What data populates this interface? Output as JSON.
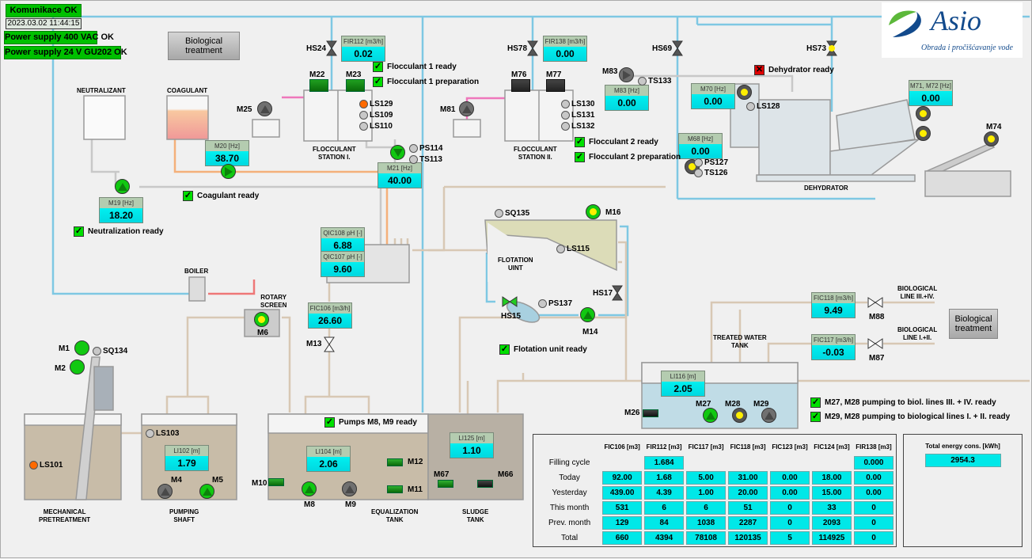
{
  "status": {
    "communication": "Komunikace OK",
    "datetime": "2023.03.02 11:44:15",
    "power_400": "Power supply 400 VAC OK",
    "power_24": "Power supply 24 V GU202 OK"
  },
  "buttons": {
    "biological_top": "Biological treatment",
    "biological_right": "Biological treatment"
  },
  "logo": {
    "brand": "Asio",
    "tagline": "Obrada i pročišćavanje vode"
  },
  "colors": {
    "running": "#11c811",
    "stopped": "#707070",
    "display": "#00e8e8",
    "ok": "#00e000",
    "fault": "#e00000",
    "water_pipe": "#7ec8e3",
    "flocculant_pipe": "#ee77bb",
    "coagulant_pipe": "#f4b07a",
    "sludge_pipe": "#d8c8b4"
  },
  "displays": [
    {
      "label": "FIR112 [m3/h]",
      "value": "0.02"
    },
    {
      "label": "FIR138 [m3/h]",
      "value": "0.00"
    },
    {
      "label": "M83 [Hz]",
      "value": "0.00"
    },
    {
      "label": "M70 [Hz]",
      "value": "0.00"
    },
    {
      "label": "M68 [Hz]",
      "value": "0.00"
    },
    {
      "label": "M71, M72 [Hz]",
      "value": "0.00"
    },
    {
      "label": "M20 [Hz]",
      "value": "38.70"
    },
    {
      "label": "M21 [Hz]",
      "value": "40.00"
    },
    {
      "label": "M19 [Hz]",
      "value": "18.20"
    },
    {
      "label": "QIC108 pH [-]",
      "value": "6.88"
    },
    {
      "label": "QIC107 pH [-]",
      "value": "9.60"
    },
    {
      "label": "FIC106 [m3/h]",
      "value": "26.60"
    },
    {
      "label": "LI102 [m]",
      "value": "1.79"
    },
    {
      "label": "LI104 [m]",
      "value": "2.06"
    },
    {
      "label": "LI125 [m]",
      "value": "1.10"
    },
    {
      "label": "LI116 [m]",
      "value": "2.05"
    },
    {
      "label": "FIC118 [m3/h]",
      "value": "9.49"
    },
    {
      "label": "FIC117 [m3/h]",
      "value": "-0.03"
    }
  ],
  "ready": [
    {
      "label": "Flocculant 1 ready",
      "state": "ok"
    },
    {
      "label": "Flocculant 1 preparation",
      "state": "ok"
    },
    {
      "label": "Flocculant 2 ready",
      "state": "ok"
    },
    {
      "label": "Flocculant 2 preparation",
      "state": "ok"
    },
    {
      "label": "Coagulant ready",
      "state": "ok"
    },
    {
      "label": "Neutralization ready",
      "state": "ok"
    },
    {
      "label": "Flotation unit ready",
      "state": "ok"
    },
    {
      "label": "Pumps M8, M9 ready",
      "state": "ok"
    },
    {
      "label": "M27, M28 pumping to biol. lines III. + IV. ready",
      "state": "ok"
    },
    {
      "label": "M29, M28 pumping to biological lines I. + II. ready",
      "state": "ok"
    },
    {
      "label": "Dehydrator ready",
      "state": "fault"
    }
  ],
  "pumps": [
    {
      "tag": "M25",
      "state": "off"
    },
    {
      "tag": "M81",
      "state": "off"
    },
    {
      "tag": "M83",
      "state": "off"
    },
    {
      "tag": "M21",
      "state": "on"
    },
    {
      "tag": "M20",
      "state": "on"
    },
    {
      "tag": "M19",
      "state": "on"
    },
    {
      "tag": "M6",
      "state": "yellow-on"
    },
    {
      "tag": "M1",
      "state": "on"
    },
    {
      "tag": "M2",
      "state": "on"
    },
    {
      "tag": "M4",
      "state": "off"
    },
    {
      "tag": "M5",
      "state": "on"
    },
    {
      "tag": "M8",
      "state": "on"
    },
    {
      "tag": "M9",
      "state": "off"
    },
    {
      "tag": "M14",
      "state": "on"
    },
    {
      "tag": "M16",
      "state": "yellow-on"
    },
    {
      "tag": "M27",
      "state": "on"
    },
    {
      "tag": "M28",
      "state": "yellow"
    },
    {
      "tag": "M29",
      "state": "off"
    },
    {
      "tag": "M68",
      "state": "yellow"
    },
    {
      "tag": "M70",
      "state": "yellow"
    },
    {
      "tag": "M71",
      "state": "yellow"
    },
    {
      "tag": "M72",
      "state": "yellow"
    },
    {
      "tag": "M74",
      "state": "yellow"
    }
  ],
  "mixers": [
    {
      "tag": "M22",
      "state": "on"
    },
    {
      "tag": "M23",
      "state": "on"
    },
    {
      "tag": "M76",
      "state": "off"
    },
    {
      "tag": "M77",
      "state": "off"
    },
    {
      "tag": "M10",
      "state": "on"
    },
    {
      "tag": "M12",
      "state": "on"
    },
    {
      "tag": "M11",
      "state": "on"
    },
    {
      "tag": "M67",
      "state": "on"
    },
    {
      "tag": "M66",
      "state": "off"
    },
    {
      "tag": "M26",
      "state": "off"
    }
  ],
  "sensors": [
    {
      "tag": "LS129",
      "state": "active"
    },
    {
      "tag": "LS109",
      "state": "off"
    },
    {
      "tag": "LS110",
      "state": "off"
    },
    {
      "tag": "LS130",
      "state": "off"
    },
    {
      "tag": "LS131",
      "state": "off"
    },
    {
      "tag": "LS132",
      "state": "off"
    },
    {
      "tag": "PS114",
      "state": "off"
    },
    {
      "tag": "TS113",
      "state": "off"
    },
    {
      "tag": "TS133",
      "state": "off"
    },
    {
      "tag": "LS128",
      "state": "off"
    },
    {
      "tag": "PS127",
      "state": "off"
    },
    {
      "tag": "TS126",
      "state": "off"
    },
    {
      "tag": "SQ135",
      "state": "off"
    },
    {
      "tag": "LS115",
      "state": "off"
    },
    {
      "tag": "PS137",
      "state": "off"
    },
    {
      "tag": "SQ134",
      "state": "off"
    },
    {
      "tag": "LS103",
      "state": "off"
    },
    {
      "tag": "LS101",
      "state": "active"
    }
  ],
  "valves": [
    {
      "tag": "HS24",
      "state": "closed"
    },
    {
      "tag": "HS78",
      "state": "closed"
    },
    {
      "tag": "HS69",
      "state": "closed"
    },
    {
      "tag": "HS73",
      "state": "yellow"
    },
    {
      "tag": "M13",
      "state": "idle"
    },
    {
      "tag": "HS15",
      "state": "open"
    },
    {
      "tag": "HS17",
      "state": "closed"
    },
    {
      "tag": "M88",
      "state": "idle"
    },
    {
      "tag": "M87",
      "state": "idle"
    }
  ],
  "labels": [
    "NEUTRALIZANT",
    "COAGULANT",
    "FLOCCULANT\nSTATION I.",
    "FLOCCULANT\nSTATION II.",
    "BOILER",
    "ROTARY\nSCREEN",
    "FLOTATION\nUINT",
    "DEHYDRATOR",
    "TREATED WATER\nTANK",
    "MECHANICAL\nPRETREATMENT",
    "PUMPING\nSHAFT",
    "EQUALIZATION\nTANK",
    "SLUDGE\nTANK",
    "BIOLOGICAL\nLINE III.+IV.",
    "BIOLOGICAL\nLINE I.+II."
  ],
  "totals": {
    "columns": [
      "FIC106 [m3]",
      "FIR112 [m3]",
      "FIC117 [m3]",
      "FIC118 [m3]",
      "FIC123 [m3]",
      "FIC124 [m3]",
      "FIR138 [m3]"
    ],
    "rows": [
      {
        "label": "Filling cycle",
        "values": [
          null,
          "1.684",
          null,
          null,
          null,
          null,
          "0.000"
        ]
      },
      {
        "label": "Today",
        "values": [
          "92.00",
          "1.68",
          "5.00",
          "31.00",
          "0.00",
          "18.00",
          "0.00"
        ]
      },
      {
        "label": "Yesterday",
        "values": [
          "439.00",
          "4.39",
          "1.00",
          "20.00",
          "0.00",
          "15.00",
          "0.00"
        ]
      },
      {
        "label": "This month",
        "values": [
          "531",
          "6",
          "6",
          "51",
          "0",
          "33",
          "0"
        ]
      },
      {
        "label": "Prev. month",
        "values": [
          "129",
          "84",
          "1038",
          "2287",
          "0",
          "2093",
          "0"
        ]
      },
      {
        "label": "Total",
        "values": [
          "660",
          "4394",
          "78108",
          "120135",
          "5",
          "114925",
          "0"
        ]
      }
    ]
  },
  "energy": {
    "label": "Total energy cons. [kWh]",
    "value": "2954.3"
  }
}
